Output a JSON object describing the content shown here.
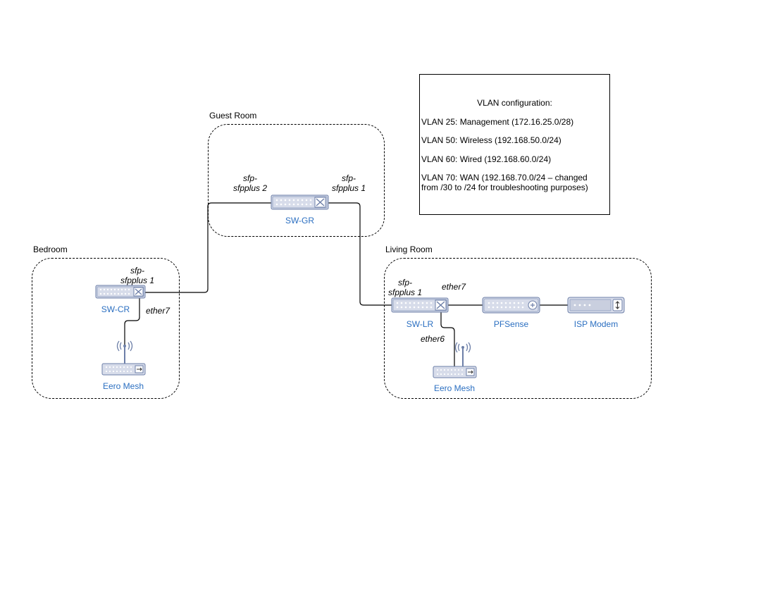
{
  "rooms": {
    "guest": "Guest Room",
    "bedroom": "Bedroom",
    "living": "Living Room"
  },
  "devices": {
    "sw_gr": "SW-GR",
    "sw_cr": "SW-CR",
    "sw_lr": "SW-LR",
    "pfsense": "PFSense",
    "isp_modem": "ISP Modem",
    "eero_bedroom": "Eero Mesh",
    "eero_living": "Eero Mesh"
  },
  "ports": {
    "gr_left": "sfp-\nsfpplus 2",
    "gr_right": "sfp-\nsfpplus 1",
    "cr_up": "sfp-\nsfpplus 1",
    "cr_down": "ether7",
    "lr_up": "sfp-\nsfpplus 1",
    "lr_right": "ether7",
    "lr_down": "ether6"
  },
  "vlan": {
    "title": "VLAN configuration:",
    "lines": [
      "VLAN 25: Management (172.16.25.0/28)",
      "VLAN 50: Wireless (192.168.50.0/24)",
      "VLAN 60: Wired (192.168.60.0/24)",
      "VLAN 70: WAN (192.168.70.0/24 – changed from /30 to /24 for troubleshooting purposes)"
    ]
  },
  "colors": {
    "label_blue": "#2b6fc1",
    "device_fill": "#d7dcea",
    "device_stroke": "#6d7fa8"
  }
}
